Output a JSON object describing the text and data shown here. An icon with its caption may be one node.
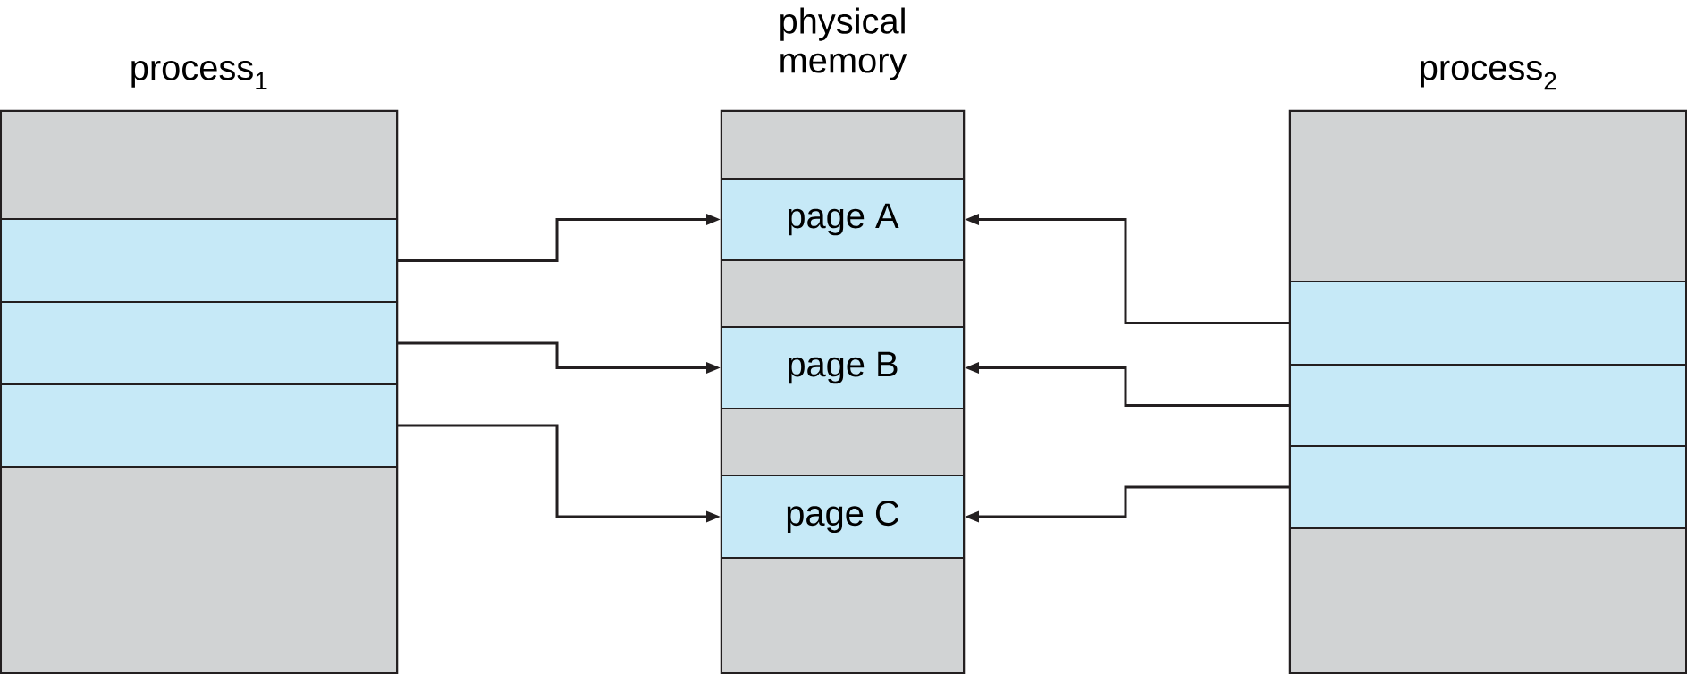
{
  "diagram": {
    "nodes": [
      {
        "text": [
          "process$_{1}$"
        ]
      },
      {
        "text": [],
        "shape": "box",
        "in": 0
      },
      {
        "text": [],
        "shape": "box",
        "in": 0
      },
      {
        "text": [],
        "shape": "box",
        "in": 0
      },
      {
        "text": [],
        "shape": "box",
        "in": 0
      },
      {
        "text": [],
        "shape": "box",
        "in": 0
      },
      {
        "text": [
          "physical memory"
        ]
      },
      {
        "text": [],
        "shape": "box",
        "in": 6
      },
      {
        "text": [
          "page A"
        ],
        "in": 6
      },
      {
        "text": [],
        "shape": "box",
        "in": 6
      },
      {
        "text": [
          "page B"
        ],
        "in": 6
      },
      {
        "text": [],
        "shape": "box",
        "in": 6
      },
      {
        "text": [
          "page C"
        ],
        "in": 6
      },
      {
        "text": [],
        "shape": "box",
        "in": 6
      },
      {
        "text": [
          "process$_{2}$"
        ]
      },
      {
        "text": [],
        "shape": "box",
        "in": 14
      },
      {
        "text": [],
        "shape": "box",
        "in": 14
      },
      {
        "text": [],
        "shape": "box",
        "in": 14
      },
      {
        "text": [],
        "shape": "box",
        "in": 14
      },
      {
        "text": [],
        "shape": "box",
        "in": 14
      }
    ],
    "edges": [
      {
        "from": 2,
        "to": 8,
        "arrow": "to"
      },
      {
        "from": 3,
        "to": 10,
        "arrow": "to"
      },
      {
        "from": 4,
        "to": 12,
        "arrow": "to"
      },
      {
        "from": 16,
        "to": 8,
        "arrow": "to"
      },
      {
        "from": 17,
        "to": 10,
        "arrow": "to"
      },
      {
        "from": 18,
        "to": 12,
        "arrow": "to"
      }
    ]
  }
}
